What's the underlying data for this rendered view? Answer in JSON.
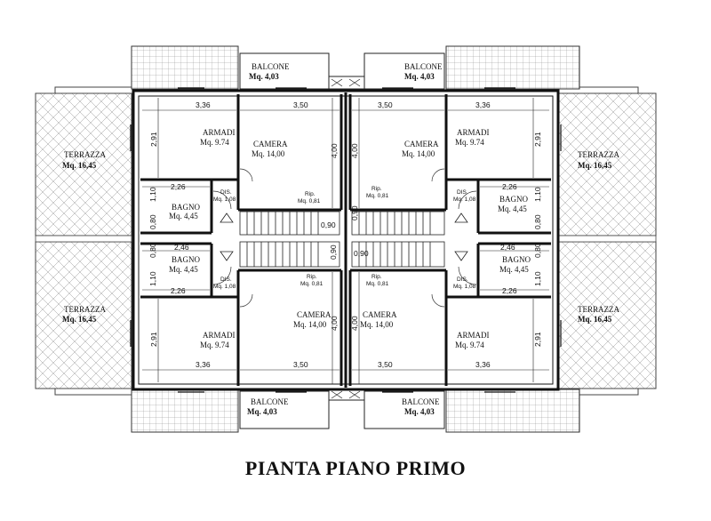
{
  "title": "PIANTA PIANO PRIMO",
  "rooms": {
    "balcone_tl": {
      "name": "BALCONE",
      "area": "Mq. 4,03"
    },
    "balcone_tr": {
      "name": "BALCONE",
      "area": "Mq. 4,03"
    },
    "balcone_bl": {
      "name": "BALCONE",
      "area": "Mq. 4,03"
    },
    "balcone_br": {
      "name": "BALCONE",
      "area": "Mq. 4,03"
    },
    "terrazza_tl": {
      "name": "TERRAZZA",
      "area": "Mq. 16,45"
    },
    "terrazza_tr": {
      "name": "TERRAZZA",
      "area": "Mq. 16,45"
    },
    "terrazza_bl": {
      "name": "TERRAZZA",
      "area": "Mq. 16,45"
    },
    "terrazza_br": {
      "name": "TERRAZZA",
      "area": "Mq. 16,45"
    },
    "armadi_tl": {
      "name": "ARMADI",
      "area": "Mq. 9.74"
    },
    "armadi_tr": {
      "name": "ARMADI",
      "area": "Mq. 9.74"
    },
    "armadi_bl": {
      "name": "ARMADI",
      "area": "Mq. 9.74"
    },
    "armadi_br": {
      "name": "ARMADI",
      "area": "Mq. 9.74"
    },
    "camera_tl": {
      "name": "CAMERA",
      "area": "Mq. 14,00"
    },
    "camera_tr": {
      "name": "CAMERA",
      "area": "Mq. 14,00"
    },
    "camera_bl": {
      "name": "CAMERA",
      "area": "Mq. 14,00"
    },
    "camera_br": {
      "name": "CAMERA",
      "area": "Mq. 14,00"
    },
    "bagno_tl": {
      "name": "BAGNO",
      "area": "Mq. 4,45"
    },
    "bagno_tr": {
      "name": "BAGNO",
      "area": "Mq. 4,45"
    },
    "bagno_bl": {
      "name": "BAGNO",
      "area": "Mq. 4,45"
    },
    "bagno_br": {
      "name": "BAGNO",
      "area": "Mq. 4,45"
    },
    "dis_tl": {
      "name": "DIS.",
      "area": "Mq. 1,08"
    },
    "dis_tr": {
      "name": "DIS.",
      "area": "Mq. 1,08"
    },
    "dis_bl": {
      "name": "DIS.",
      "area": "Mq. 1,08"
    },
    "dis_br": {
      "name": "DIS.",
      "area": "Mq. 1,08"
    },
    "rip_tl": {
      "name": "Rip.",
      "area": "Mq. 0,81"
    },
    "rip_tr": {
      "name": "Rip.",
      "area": "Mq. 0,81"
    },
    "rip_bl": {
      "name": "Rip.",
      "area": "Mq. 0,81"
    },
    "rip_br": {
      "name": "Rip.",
      "area": "Mq. 0,81"
    }
  },
  "dimensions": {
    "armadi_width": "3,36",
    "camera_width": "3,50",
    "armadi_depth": "2,91",
    "camera_depth": "4,00",
    "bagno_width_top": "2,26",
    "bagno_width_bottom": "2,46",
    "bagno_depth_a": "1,10",
    "bagno_depth_b": "0,80",
    "rip_width": "0,90",
    "rip_depth": "0,90"
  }
}
